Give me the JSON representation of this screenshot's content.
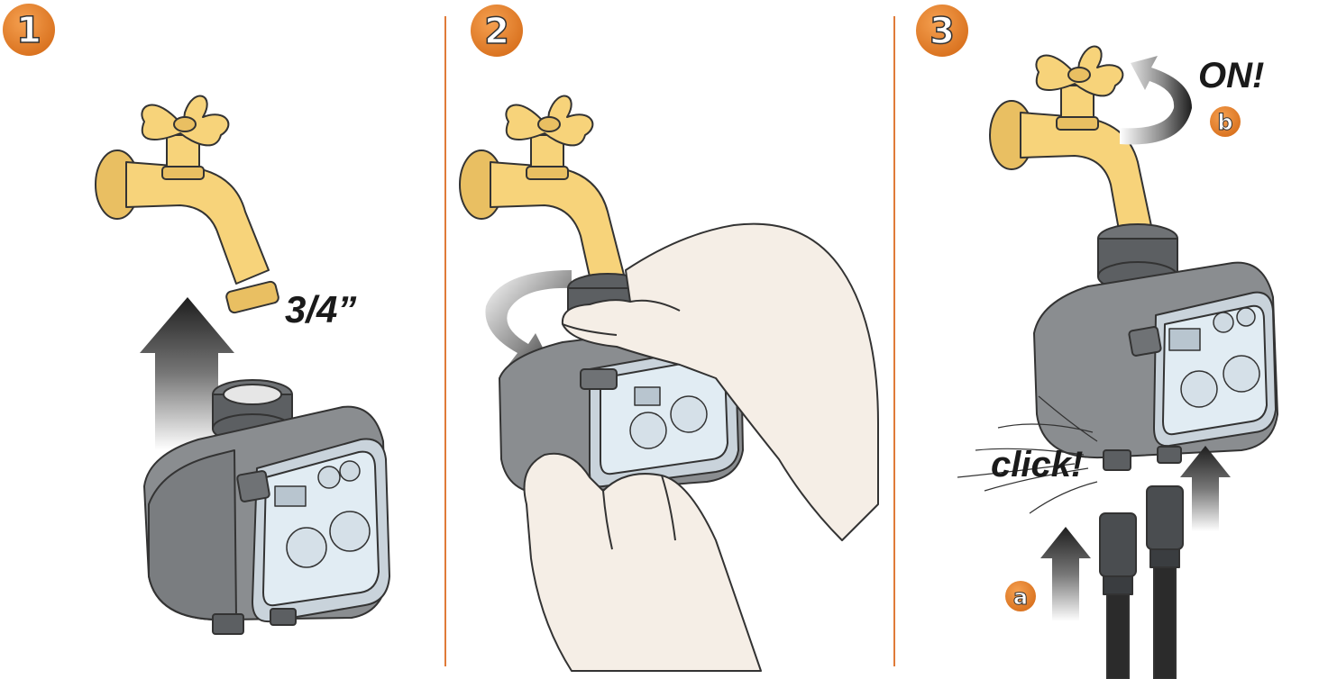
{
  "steps": [
    {
      "number": "1",
      "callout": "3/4”"
    },
    {
      "number": "2"
    },
    {
      "number": "3",
      "callout_on": "ON!",
      "callout_click": "click!",
      "sub_a": "a",
      "sub_b": "b"
    }
  ],
  "colors": {
    "accent_orange": "#e07b39",
    "badge_orange": "#e8862a",
    "brass": "#f7d37a",
    "timer_grey": "#8a8d90",
    "hose_black": "#2b2b2b",
    "arrow_dark": "#2a2a2a",
    "skin": "#f5eee6"
  },
  "icons": [
    "faucet-icon",
    "water-timer-icon",
    "hand-icon",
    "hose-connector-icon",
    "rotate-arrow-icon",
    "up-arrow-icon"
  ]
}
